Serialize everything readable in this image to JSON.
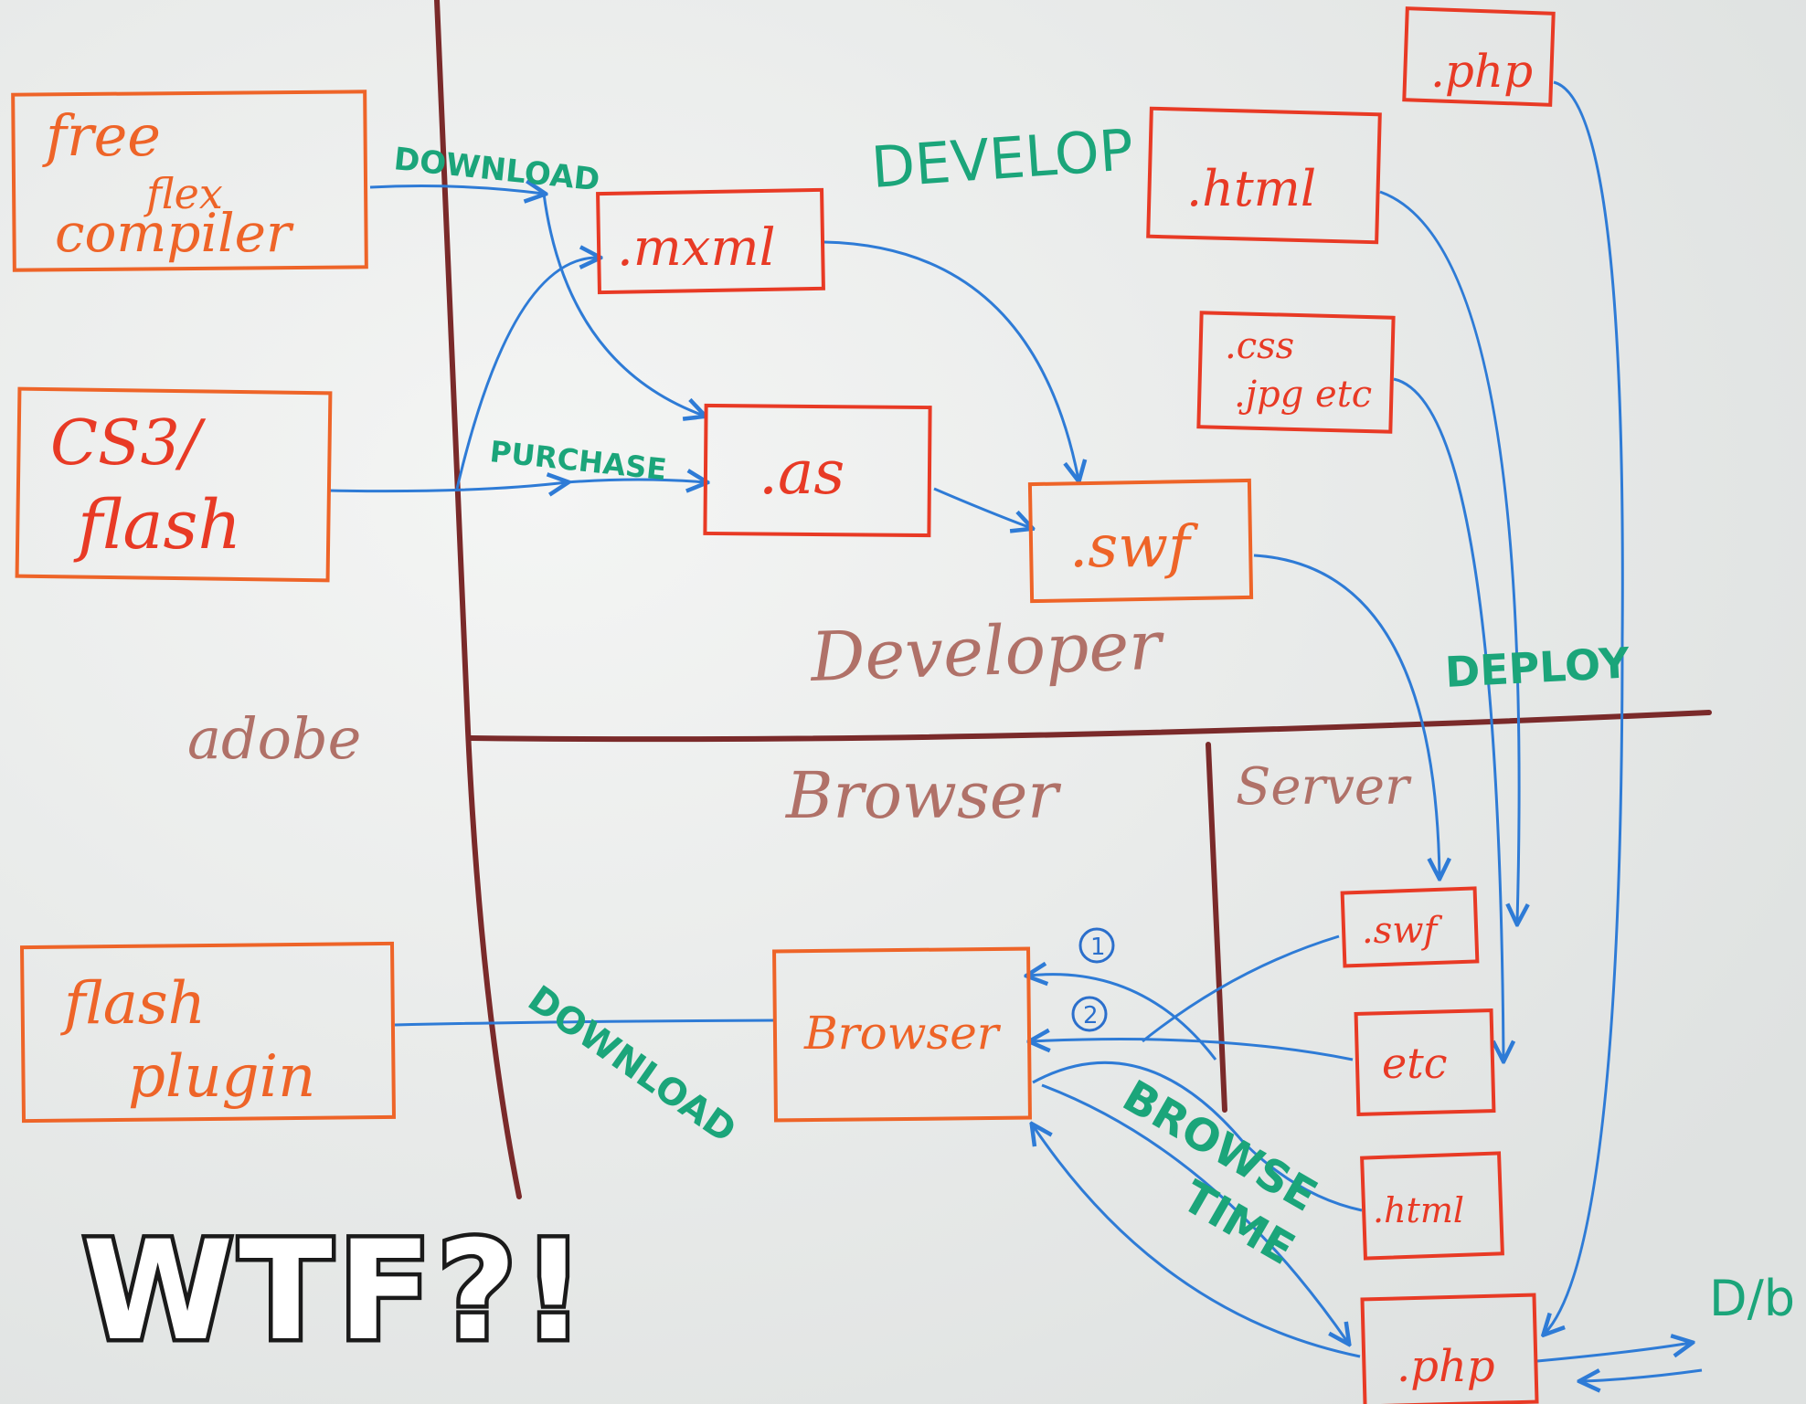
{
  "colors": {
    "board": "#e9ebea",
    "divider": "#7a2a2a",
    "arrow": "#2e7bd6",
    "box_red": "#e83a25",
    "box_orange": "#ee6428",
    "green": "#1ba57a",
    "brown": "#b07168"
  },
  "boxes": {
    "free_flex": [
      "free",
      "flex",
      "compiler"
    ],
    "cs3_flash": [
      "CS3/",
      "flash"
    ],
    "flash_plugin": [
      "flash",
      "plugin"
    ],
    "mxml": ".mxml",
    "as": ".as",
    "swf": ".swf",
    "php_top": ".php",
    "html_top": ".html",
    "css_jpg": [
      ".css",
      ".jpg etc"
    ],
    "browser": "Browser",
    "swf_server": ".swf",
    "etc_server": "etc",
    "html_server": ".html",
    "php_server": ".php"
  },
  "labels": {
    "download_top": "DOWNLOAD",
    "purchase": "PURCHASE",
    "develop": "DEVELOP",
    "deploy": "DEPLOY",
    "download_bottom": "DOWNLOAD",
    "browse_time": [
      "BROWSE",
      "TIME"
    ],
    "db": "D/b"
  },
  "regions": {
    "adobe": "adobe",
    "developer": "Developer",
    "browser": "Browser",
    "server": "Server"
  },
  "steps": [
    "1",
    "2"
  ],
  "overlay_caption": "WTF?!"
}
